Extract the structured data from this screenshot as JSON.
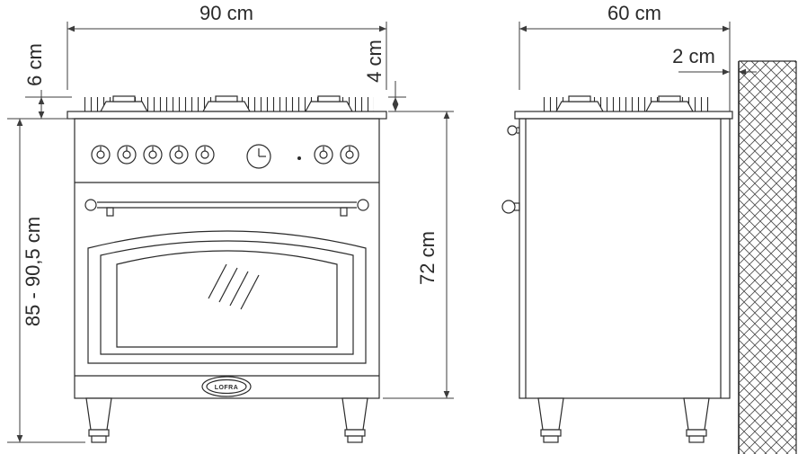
{
  "front_view": {
    "width_label": "90 cm",
    "burner_height_label": "6 cm",
    "grate_height_label": "4 cm",
    "overall_height_label": "85 - 90,5 cm",
    "body_height_label": "72 cm",
    "brand_label": "LOFRA"
  },
  "side_view": {
    "depth_label": "60 cm",
    "wall_gap_label": "2 cm"
  }
}
